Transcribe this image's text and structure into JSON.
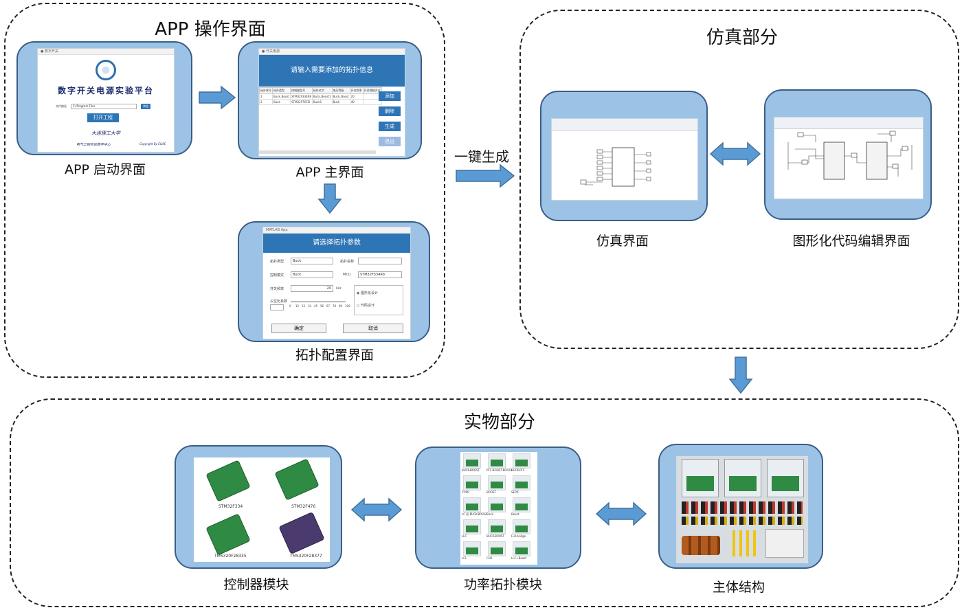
{
  "groups": {
    "app": {
      "title": "APP 操作界面"
    },
    "sim": {
      "title": "仿真部分"
    },
    "phys": {
      "title": "实物部分"
    }
  },
  "captions": {
    "app_launch": "APP 启动界面",
    "app_main": "APP 主界面",
    "topo_config": "拓扑配置界面",
    "sim_ui": "仿真界面",
    "graphic_code": "图形化代码编辑界面",
    "controller": "控制器模块",
    "power_topo": "功率拓扑模块",
    "main_struct": "主体结构"
  },
  "arrow_label": "一键生成",
  "launch_screen": {
    "title": "数字开关电源实验平台",
    "path_label": "文件路径",
    "path_value": "C:/Program Files",
    "browse": "浏览",
    "open_btn": "打开工程",
    "school": "大连理工大学",
    "center": "电气工程实验教学中心",
    "copyright": "Copyright By E&AE"
  },
  "main_screen": {
    "banner": "请输入需要添加的拓扑信息",
    "columns": [
      "拓扑序号",
      "拓扑类型",
      "控制器型号",
      "拓扑名字",
      "电压等级",
      "开关频率",
      "开关控制方式"
    ],
    "rows": [
      [
        "1",
        "Buck_Boost",
        "STM32F334R8",
        "Buck_Boost1",
        "Buck_Boost",
        "20",
        ""
      ],
      [
        "2",
        "Buck",
        "STM32F767ZI",
        "Buck1",
        "Buck",
        "40",
        ""
      ]
    ],
    "buttons": [
      "添加",
      "删除",
      "生成",
      "退出"
    ]
  },
  "config_screen": {
    "window_title": "MATLAB App",
    "banner": "请选择拓扑参数",
    "fields": {
      "topo_type_label": "拓扑类型",
      "topo_type_value": "Buck",
      "topo_name_label": "拓扑名称",
      "switch_mode_label": "控制模式",
      "switch_mode_value": "Buck",
      "mcu_label": "MCU",
      "mcu_value": "STM32F334R8",
      "freq_label": "开关频率",
      "freq_value": "20",
      "freq_unit": "KHz",
      "coef_label": "占空比系数",
      "radio1": "图形化设计",
      "radio2": "代码设计"
    },
    "slider_ticks": [
      "0",
      "12",
      "23",
      "34",
      "45",
      "56",
      "67",
      "78",
      "89",
      "100"
    ],
    "ok": "确定",
    "cancel": "取消"
  },
  "controller_boards": [
    "STM32F334",
    "STM32F476",
    "TMS320F28335",
    "TMS320F28377"
  ],
  "power_tiles": [
    "BUCK-BOOST",
    "PFC-BOOST-BOOST",
    "BUCK-PFC",
    "TOPO",
    "BOOST",
    "SEPIC",
    "LC 双 BUCK-BOOST",
    "Buck",
    "Boost",
    "LLC",
    "BUCK-BOOST",
    "Full-bridge",
    "LCL",
    "CUK",
    "LLC+Boost"
  ],
  "colors": {
    "card_fill": "#9cc3e6",
    "card_border": "#3a5d86",
    "arrow": "#5b9bd5",
    "banner": "#2e75b6"
  }
}
